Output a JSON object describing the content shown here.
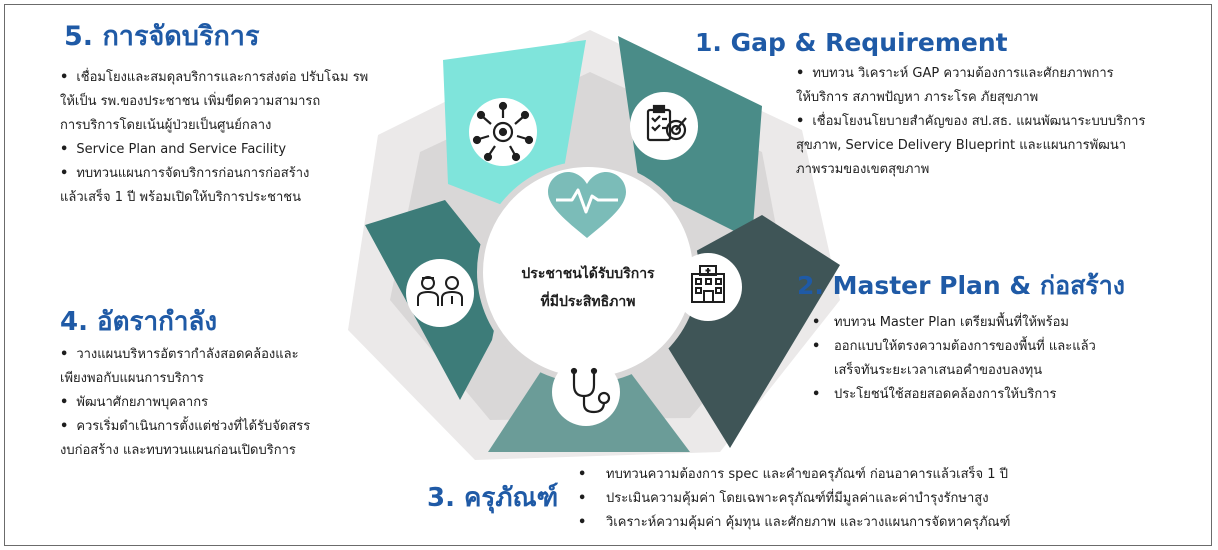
{
  "colors": {
    "heading_blue": "#1f5aa6",
    "seg1": "#4a8c88",
    "seg2": "#3f5557",
    "seg3": "#6b9c98",
    "seg4": "#3d7c79",
    "seg5": "#7fe4db",
    "inner_gray": "#d9d7d7",
    "outer_gray": "#ebe9e9",
    "heart": "#7bbcb8"
  },
  "center": {
    "line1": "ประชาชนได้รับบริการ",
    "line2": "ที่มีประสิทธิภาพ"
  },
  "sections": {
    "s5": {
      "title": "5. การจัดบริการ",
      "icon": "network-gear-icon",
      "bullets": [
        "เชื่อมโยงและสมดุลบริการและการส่งต่อ ปรับโฉม รพ",
        "ให้เป็น รพ.ของประชาชน เพิ่มขีดความสามารถ",
        "การบริการโดยเน้นผู้ป่วยเป็นศูนย์กลาง",
        "Service Plan and Service Facility",
        "ทบทวนแผนการจัดบริการก่อนการก่อสร้าง",
        "แล้วเสร็จ 1 ปี พร้อมเปิดให้บริการประชาชน"
      ]
    },
    "s1": {
      "title": "1. Gap & Requirement",
      "icon": "checklist-target-icon",
      "bullets": [
        "ทบทวน วิเคราะห์ GAP ความต้องการและศักยภาพการ",
        "ให้บริการ สภาพปัญหา ภาระโรค ภัยสุขภาพ",
        "เชื่อมโยงนโยบายสำคัญของ สป.สธ. แผนพัฒนาระบบบริการ",
        "สุขภาพ, Service Delivery Blueprint และแผนการพัฒนา",
        "ภาพรวมของเขตสุขภาพ"
      ]
    },
    "s2": {
      "title": "2. Master Plan & ก่อสร้าง",
      "icon": "hospital-building-icon",
      "bullets": [
        "ทบทวน Master Plan เตรียมพื้นที่ให้พร้อม",
        "ออกแบบให้ตรงความต้องการของพื้นที่ และแล้ว",
        "เสร็จทันระยะเวลาเสนอคำของบลงทุน",
        "ประโยชน์ใช้สอยสอดคล้องการให้บริการ"
      ]
    },
    "s3": {
      "title": "3. ครุภัณฑ์",
      "icon": "stethoscope-icon",
      "bullets": [
        "ทบทวนความต้องการ spec และคำขอครุภัณฑ์ ก่อนอาคารแล้วเสร็จ 1 ปี",
        "ประเมินความคุ้มค่า โดยเฉพาะครุภัณฑ์ที่มีมูลค่าและค่าบำรุงรักษาสูง",
        "วิเคราะห์ความคุ้มค่า คุ้มทุน และศักยภาพ และวางแผนการจัดหาครุภัณฑ์"
      ]
    },
    "s4": {
      "title": "4. อัตรากำลัง",
      "icon": "medical-staff-icon",
      "bullets": [
        "วางแผนบริหารอัตรากำลังสอดคล้องและ",
        "เพียงพอกับแผนการบริการ",
        "พัฒนาศักยภาพบุคลากร",
        "ควรเริ่มดำเนินการตั้งแต่ช่วงที่ได้รับจัดสรร",
        "งบก่อสร้าง และทบทวนแผนก่อนเปิดบริการ"
      ]
    }
  },
  "bullet_glyph": "•"
}
